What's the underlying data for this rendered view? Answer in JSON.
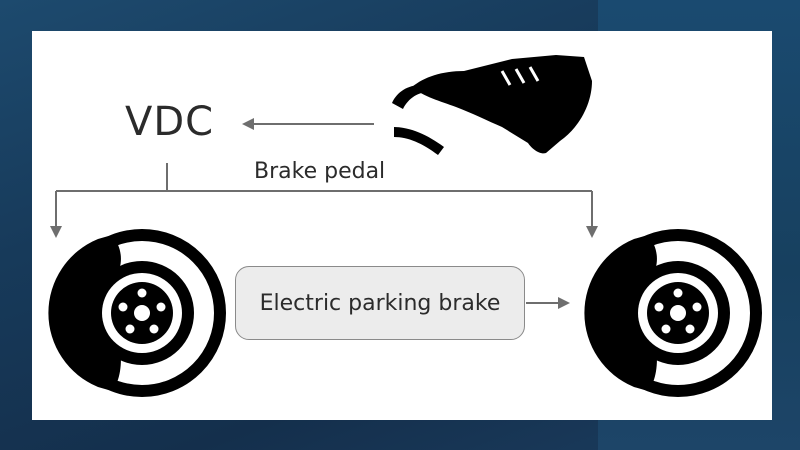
{
  "labels": {
    "vdc": "VDC",
    "brake_pedal": "Brake pedal",
    "electric_parking_brake": "Electric parking brake"
  },
  "colors": {
    "background": "#173a5a",
    "card": "#ffffff",
    "icon": "#000000",
    "arrow": "#6e6e6e",
    "box_fill": "#ececec",
    "box_border": "#8a8a8a"
  },
  "icons": {
    "foot": "foot-on-pedal-icon",
    "left_wheel": "disc-brake-wheel-icon",
    "right_wheel": "disc-brake-wheel-icon"
  }
}
